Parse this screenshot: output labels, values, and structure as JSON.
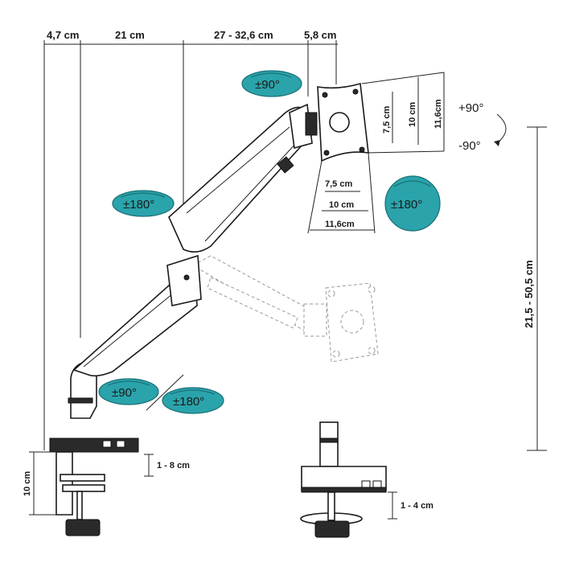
{
  "dimensions": {
    "top": [
      "4,7 cm",
      "21 cm",
      "27 - 32,6 cm",
      "5,8 cm"
    ],
    "height_range": "21,5 - 50,5 cm",
    "clamp_height": "10 cm",
    "clamp_range": "1 - 8 cm",
    "grommet_range": "1 - 4 cm",
    "vesa": {
      "inner_v": "7,5 cm",
      "mid_v": "10 cm",
      "outer_v": "11,6cm",
      "inner_h": "7,5 cm",
      "mid_h": "10 cm",
      "outer_h": "11,6cm"
    }
  },
  "rotations": {
    "head_tilt": "±90°",
    "arm_swivel": "±180°",
    "base_tilt": "±90°",
    "base_swivel": "±180°",
    "plate_rotate": "±180°",
    "plus": "+90°",
    "minus": "-90°"
  },
  "colors": {
    "badge_fill": "#2aa3ab",
    "badge_stroke": "#1b6f75",
    "ink": "#1a1a1a"
  }
}
